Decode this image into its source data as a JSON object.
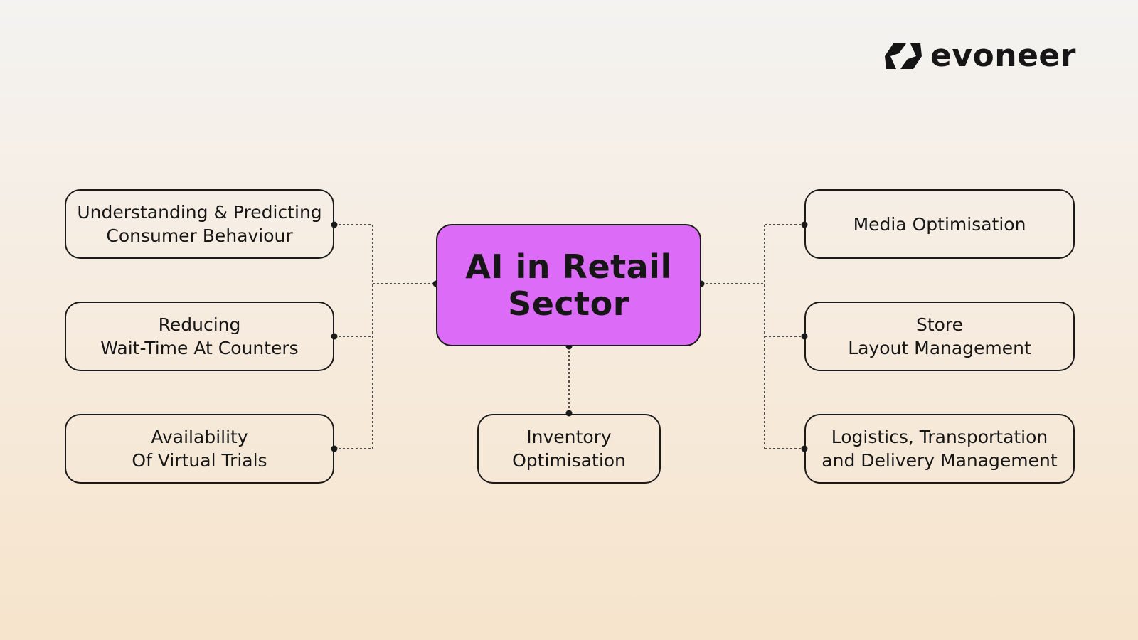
{
  "brand": {
    "name": "evoneer"
  },
  "center": {
    "line1": "AI in Retail",
    "line2": "Sector"
  },
  "nodes": {
    "consumer_behaviour": {
      "line1": "Understanding & Predicting",
      "line2": "Consumer Behaviour"
    },
    "wait_time": {
      "line1": "Reducing",
      "line2": "Wait-Time At Counters"
    },
    "virtual_trials": {
      "line1": "Availability",
      "line2": "Of Virtual Trials"
    },
    "inventory": {
      "line1": "Inventory",
      "line2": "Optimisation"
    },
    "media": {
      "line1": "Media Optimisation"
    },
    "store_layout": {
      "line1": "Store",
      "line2": "Layout Management"
    },
    "logistics": {
      "line1": "Logistics, Transportation",
      "line2": "and Delivery Management"
    }
  },
  "colors": {
    "center_fill": "#dc6cf8",
    "stroke": "#1a1a1a"
  }
}
